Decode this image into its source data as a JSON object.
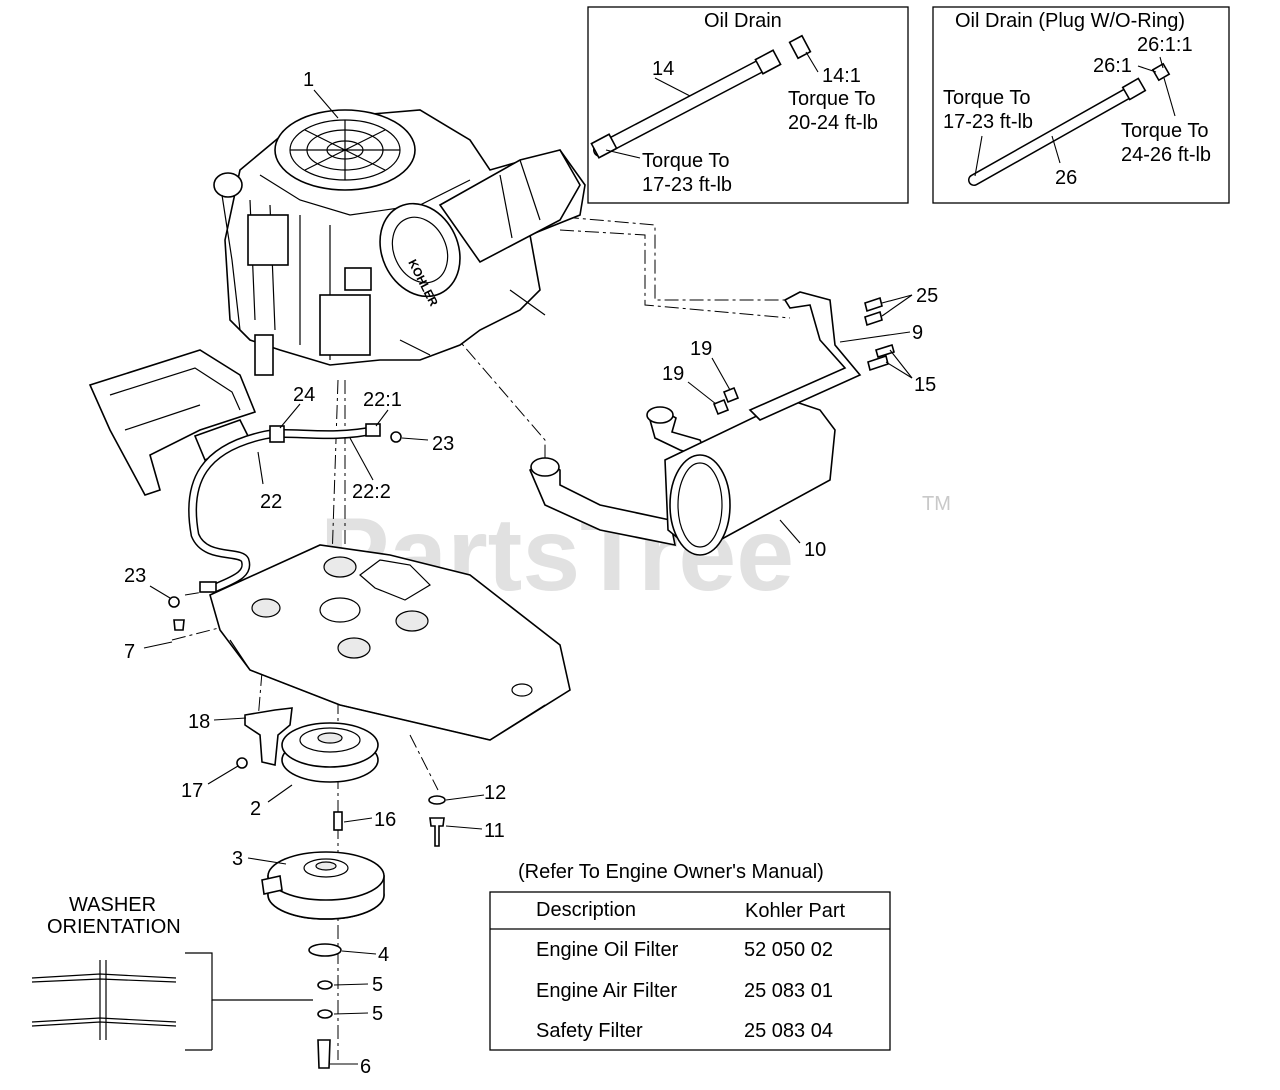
{
  "watermark": "PartsTree",
  "watermark_mark": "TM",
  "insets": {
    "oil_drain": {
      "title": "Oil Drain",
      "part": "14",
      "plug": "14:1",
      "plug_torque_1": "Torque To",
      "plug_torque_2": "20-24 ft-lb",
      "hose_torque_1": "Torque To",
      "hose_torque_2": "17-23 ft-lb"
    },
    "oil_drain_plug": {
      "title": "Oil Drain (Plug W/O-Ring)",
      "plug_oring": "26:1:1",
      "plug": "26:1",
      "hose_torque_1": "Torque To",
      "hose_torque_2": "17-23 ft-lb",
      "plug_torque_1": "Torque To",
      "plug_torque_2": "24-26 ft-lb",
      "part": "26"
    }
  },
  "callouts": {
    "c1": "1",
    "c2": "2",
    "c3": "3",
    "c4": "4",
    "c5a": "5",
    "c5b": "5",
    "c6": "6",
    "c7": "7",
    "c9": "9",
    "c10": "10",
    "c11": "11",
    "c12": "12",
    "c15": "15",
    "c16": "16",
    "c17": "17",
    "c18": "18",
    "c19a": "19",
    "c19b": "19",
    "c22": "22",
    "c22_1": "22:1",
    "c22_2": "22:2",
    "c23a": "23",
    "c23b": "23",
    "c24": "24",
    "c25": "25"
  },
  "washer": {
    "title_1": "WASHER",
    "title_2": "ORIENTATION"
  },
  "table": {
    "note": "(Refer To Engine Owner's Manual)",
    "headers": [
      "Description",
      "Kohler Part"
    ],
    "rows": [
      [
        "Engine Oil Filter",
        "52 050 02"
      ],
      [
        "Engine Air Filter",
        "25 083 01"
      ],
      [
        "Safety Filter",
        "25 083 04"
      ]
    ]
  },
  "engine_brand": "KOHLER"
}
